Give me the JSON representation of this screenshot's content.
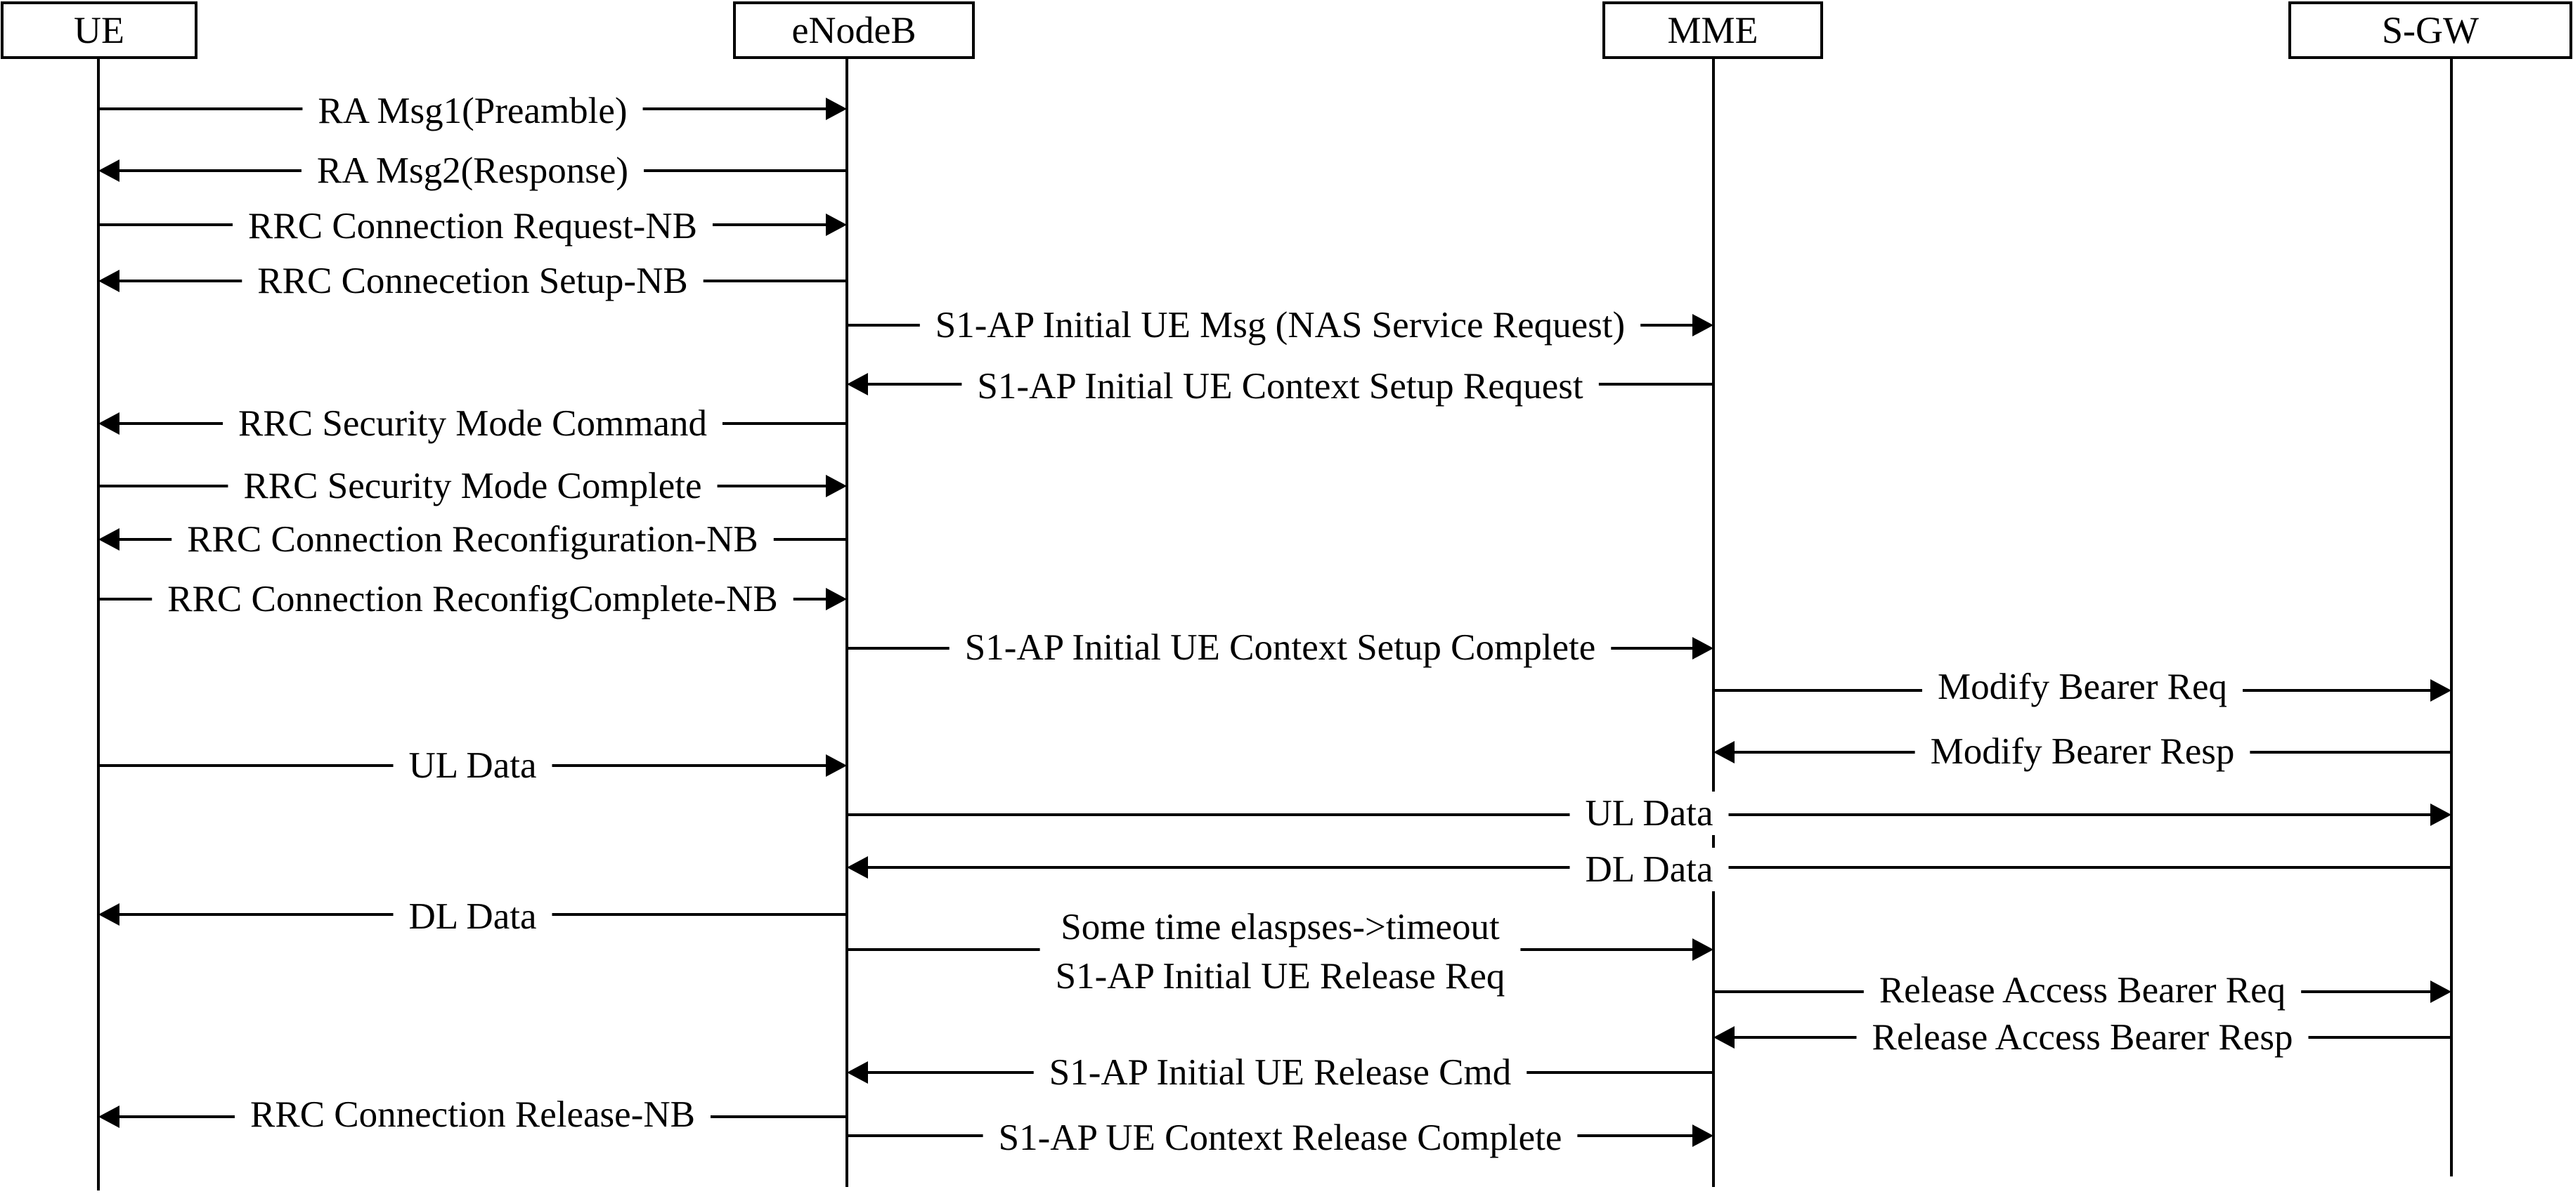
{
  "entities": [
    {
      "id": "ue",
      "label": "UE"
    },
    {
      "id": "enb",
      "label": "eNodeB"
    },
    {
      "id": "mme",
      "label": "MME"
    },
    {
      "id": "sgw",
      "label": "S-GW"
    }
  ],
  "messages": [
    {
      "from": "ue",
      "to": "enb",
      "label": "RA Msg1(Preamble)"
    },
    {
      "from": "enb",
      "to": "ue",
      "label": "RA Msg2(Response)"
    },
    {
      "from": "ue",
      "to": "enb",
      "label": "RRC Connection Request-NB"
    },
    {
      "from": "enb",
      "to": "ue",
      "label": "RRC Connecetion Setup-NB"
    },
    {
      "from": "enb",
      "to": "mme",
      "label": "S1-AP Initial UE Msg (NAS Service Request)"
    },
    {
      "from": "mme",
      "to": "enb",
      "label": "S1-AP Initial UE Context Setup Request"
    },
    {
      "from": "enb",
      "to": "ue",
      "label": "RRC Security Mode Command"
    },
    {
      "from": "ue",
      "to": "enb",
      "label": "RRC Security Mode Complete"
    },
    {
      "from": "enb",
      "to": "ue",
      "label": "RRC Connection Reconfiguration-NB"
    },
    {
      "from": "ue",
      "to": "enb",
      "label": "RRC Connection ReconfigComplete-NB"
    },
    {
      "from": "enb",
      "to": "mme",
      "label": "S1-AP Initial UE Context Setup Complete"
    },
    {
      "from": "mme",
      "to": "sgw",
      "label": "Modify Bearer Req"
    },
    {
      "from": "sgw",
      "to": "mme",
      "label": "Modify Bearer Resp"
    },
    {
      "from": "ue",
      "to": "enb",
      "label": "UL Data"
    },
    {
      "from": "enb",
      "to": "sgw",
      "label": "UL Data"
    },
    {
      "from": "sgw",
      "to": "enb",
      "label": "DL Data"
    },
    {
      "from": "enb",
      "to": "ue",
      "label": "DL Data"
    },
    {
      "from": "enb",
      "to": "mme",
      "label": "Some time elaspses->timeout",
      "label2": "S1-AP Initial UE Release Req"
    },
    {
      "from": "mme",
      "to": "sgw",
      "label": "Release Access Bearer Req"
    },
    {
      "from": "sgw",
      "to": "mme",
      "label": "Release Access Bearer Resp"
    },
    {
      "from": "mme",
      "to": "enb",
      "label": "S1-AP Initial UE Release Cmd"
    },
    {
      "from": "enb",
      "to": "ue",
      "label": "RRC Connection Release-NB"
    },
    {
      "from": "enb",
      "to": "mme",
      "label": "S1-AP UE Context Release Complete"
    }
  ]
}
